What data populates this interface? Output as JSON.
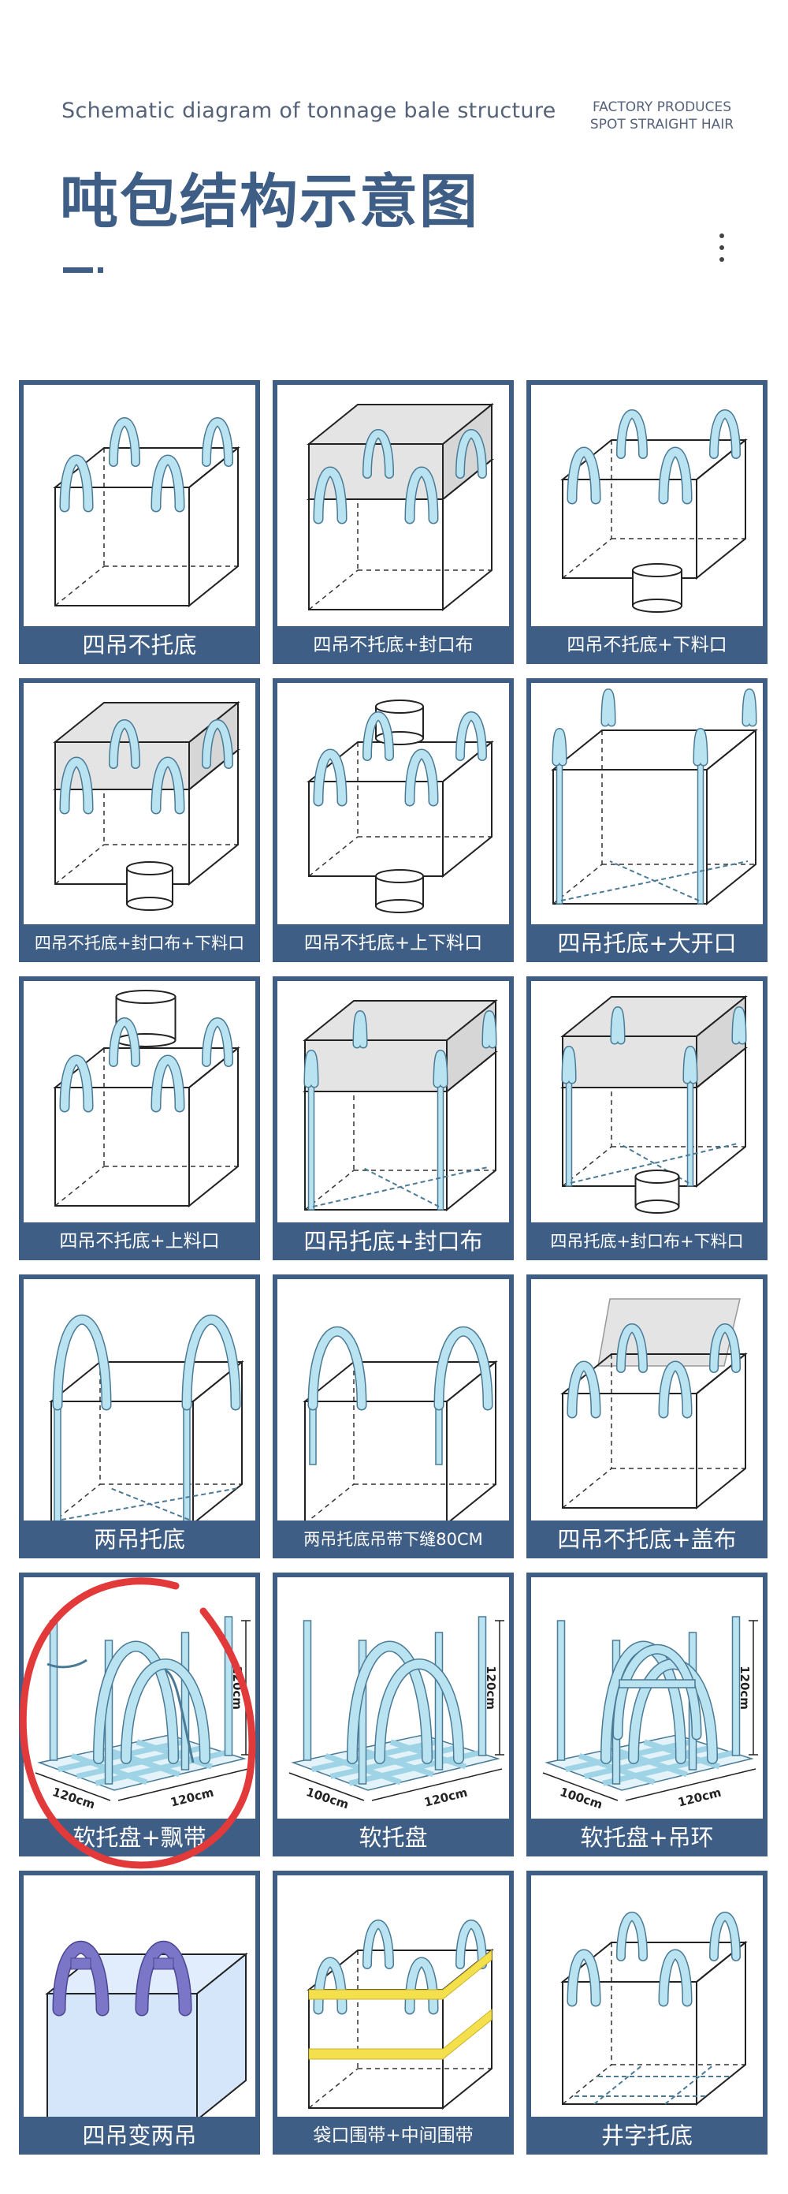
{
  "header": {
    "subtitle": "Schematic diagram of tonnage bale structure",
    "factory_line1": "FACTORY PRODUCES",
    "factory_line2": "SPOT STRAIGHT HAIR",
    "title": "吨包结构示意图"
  },
  "cells": [
    {
      "label": "四吊不托底",
      "type": "four"
    },
    {
      "label": "四吊不托底+封口布",
      "type": "four-skirt"
    },
    {
      "label": "四吊不托底+下料口",
      "type": "four-spout"
    },
    {
      "label": "四吊不托底+封口布+下料口",
      "type": "four-skirt-spout"
    },
    {
      "label": "四吊不托底+上下料口",
      "type": "four-top-spout"
    },
    {
      "label": "四吊托底+大开口",
      "type": "sleeve-open"
    },
    {
      "label": "四吊不托底+上料口",
      "type": "four-top"
    },
    {
      "label": "四吊托底+封口布",
      "type": "sleeve-skirt"
    },
    {
      "label": "四吊托底+封口布+下料口",
      "type": "sleeve-skirt-spout"
    },
    {
      "label": "两吊托底",
      "type": "two"
    },
    {
      "label": "两吊托底吊带下缝80CM",
      "type": "two-80"
    },
    {
      "label": "四吊不托底+盖布",
      "type": "four-cover"
    },
    {
      "label": "软托盘+飘带",
      "type": "pallet-ribbon",
      "dim_a": "120cm",
      "dim_b": "120cm",
      "dim_h": "120cm"
    },
    {
      "label": "软托盘",
      "type": "pallet",
      "dim_a": "100cm",
      "dim_b": "120cm",
      "dim_h": "120cm"
    },
    {
      "label": "软托盘+吊环",
      "type": "pallet-ring",
      "dim_a": "100cm",
      "dim_b": "120cm",
      "dim_h": "120cm"
    },
    {
      "label": "四吊变两吊",
      "type": "four-to-two"
    },
    {
      "label": "袋口围带+中间围带",
      "type": "belts"
    },
    {
      "label": "井字托底",
      "type": "cross-base"
    }
  ],
  "colors": {
    "cell_frame": "#3f5e86",
    "loop_fill": "#b9e3f0",
    "loop_stroke": "#4a7a95",
    "skirt_fill": "#e4e4e4",
    "belt_yellow": "#f4e04d",
    "purple_loop": "#7b76c8",
    "annotation_red": "#e23a3a"
  }
}
